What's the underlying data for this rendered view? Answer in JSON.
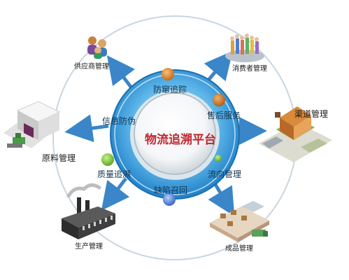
{
  "center": {
    "title": "物流追溯平台"
  },
  "ring": {
    "fake_prevention": "防窜追踪",
    "after_sales": "售后服务",
    "anti_counterfeit": "信息防伪",
    "quality_trace": "质量追溯",
    "flow_management": "流向管理",
    "defect_recall": "缺陷召回"
  },
  "nodes": {
    "supplier": "供应商管理",
    "consumer": "消费者管理",
    "channel": "渠道管理",
    "raw_material": "原料管理",
    "production": "生产管理",
    "product": "成品管理"
  },
  "colors": {
    "ring_blue": "#2b8fd6",
    "arrow_blue": "#3a86c8",
    "center_red": "#c0262d",
    "dot_orange": "#d97a1e",
    "dot_brown": "#c9742a",
    "dot_green": "#7cbf3a",
    "dot_blue": "#4a7fd8"
  }
}
